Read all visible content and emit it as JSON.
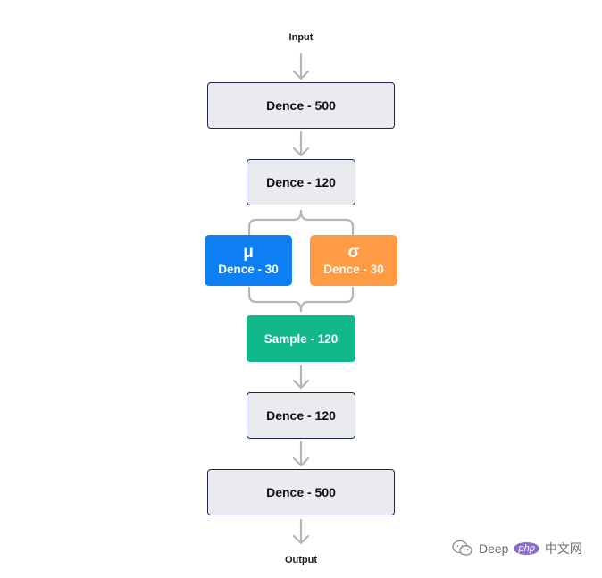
{
  "input_label": "Input",
  "output_label": "Output",
  "nodes": {
    "dense_500_top": "Dence - 500",
    "dense_120_top": "Dence - 120",
    "mu_symbol": "μ",
    "mu_label": "Dence - 30",
    "sigma_symbol": "σ",
    "sigma_label": "Dence - 30",
    "sample": "Sample - 120",
    "dense_120_bottom": "Dence - 120",
    "dense_500_bottom": "Dence - 500"
  },
  "colors": {
    "gray_fill": "#e9ebee",
    "border": "#1e2550",
    "mu": "#0d7ff2",
    "sigma": "#ff9a45",
    "sample": "#13b88a",
    "connector": "#b5b5b5"
  },
  "watermark": {
    "left_text": "Deep",
    "php_text": "php",
    "right_text": "中文网"
  }
}
